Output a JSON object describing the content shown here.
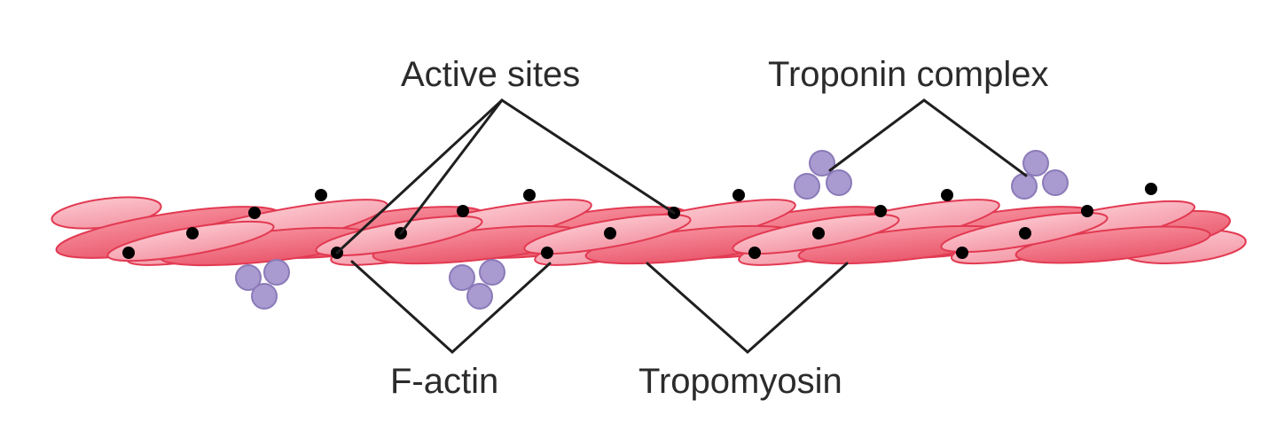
{
  "labels": {
    "active_sites": "Active sites",
    "troponin_complex": "Troponin complex",
    "f_actin": "F-actin",
    "tropomyosin": "Tropomyosin"
  },
  "colors": {
    "strand_light": "#f7a8b4",
    "strand_dark": "#f06b7c",
    "strand_outline": "#e23a52",
    "active_site": "#000000",
    "troponin": "#a99ad0",
    "troponin_outline": "#8b7ab8",
    "leader_line": "#1f1f1f"
  }
}
